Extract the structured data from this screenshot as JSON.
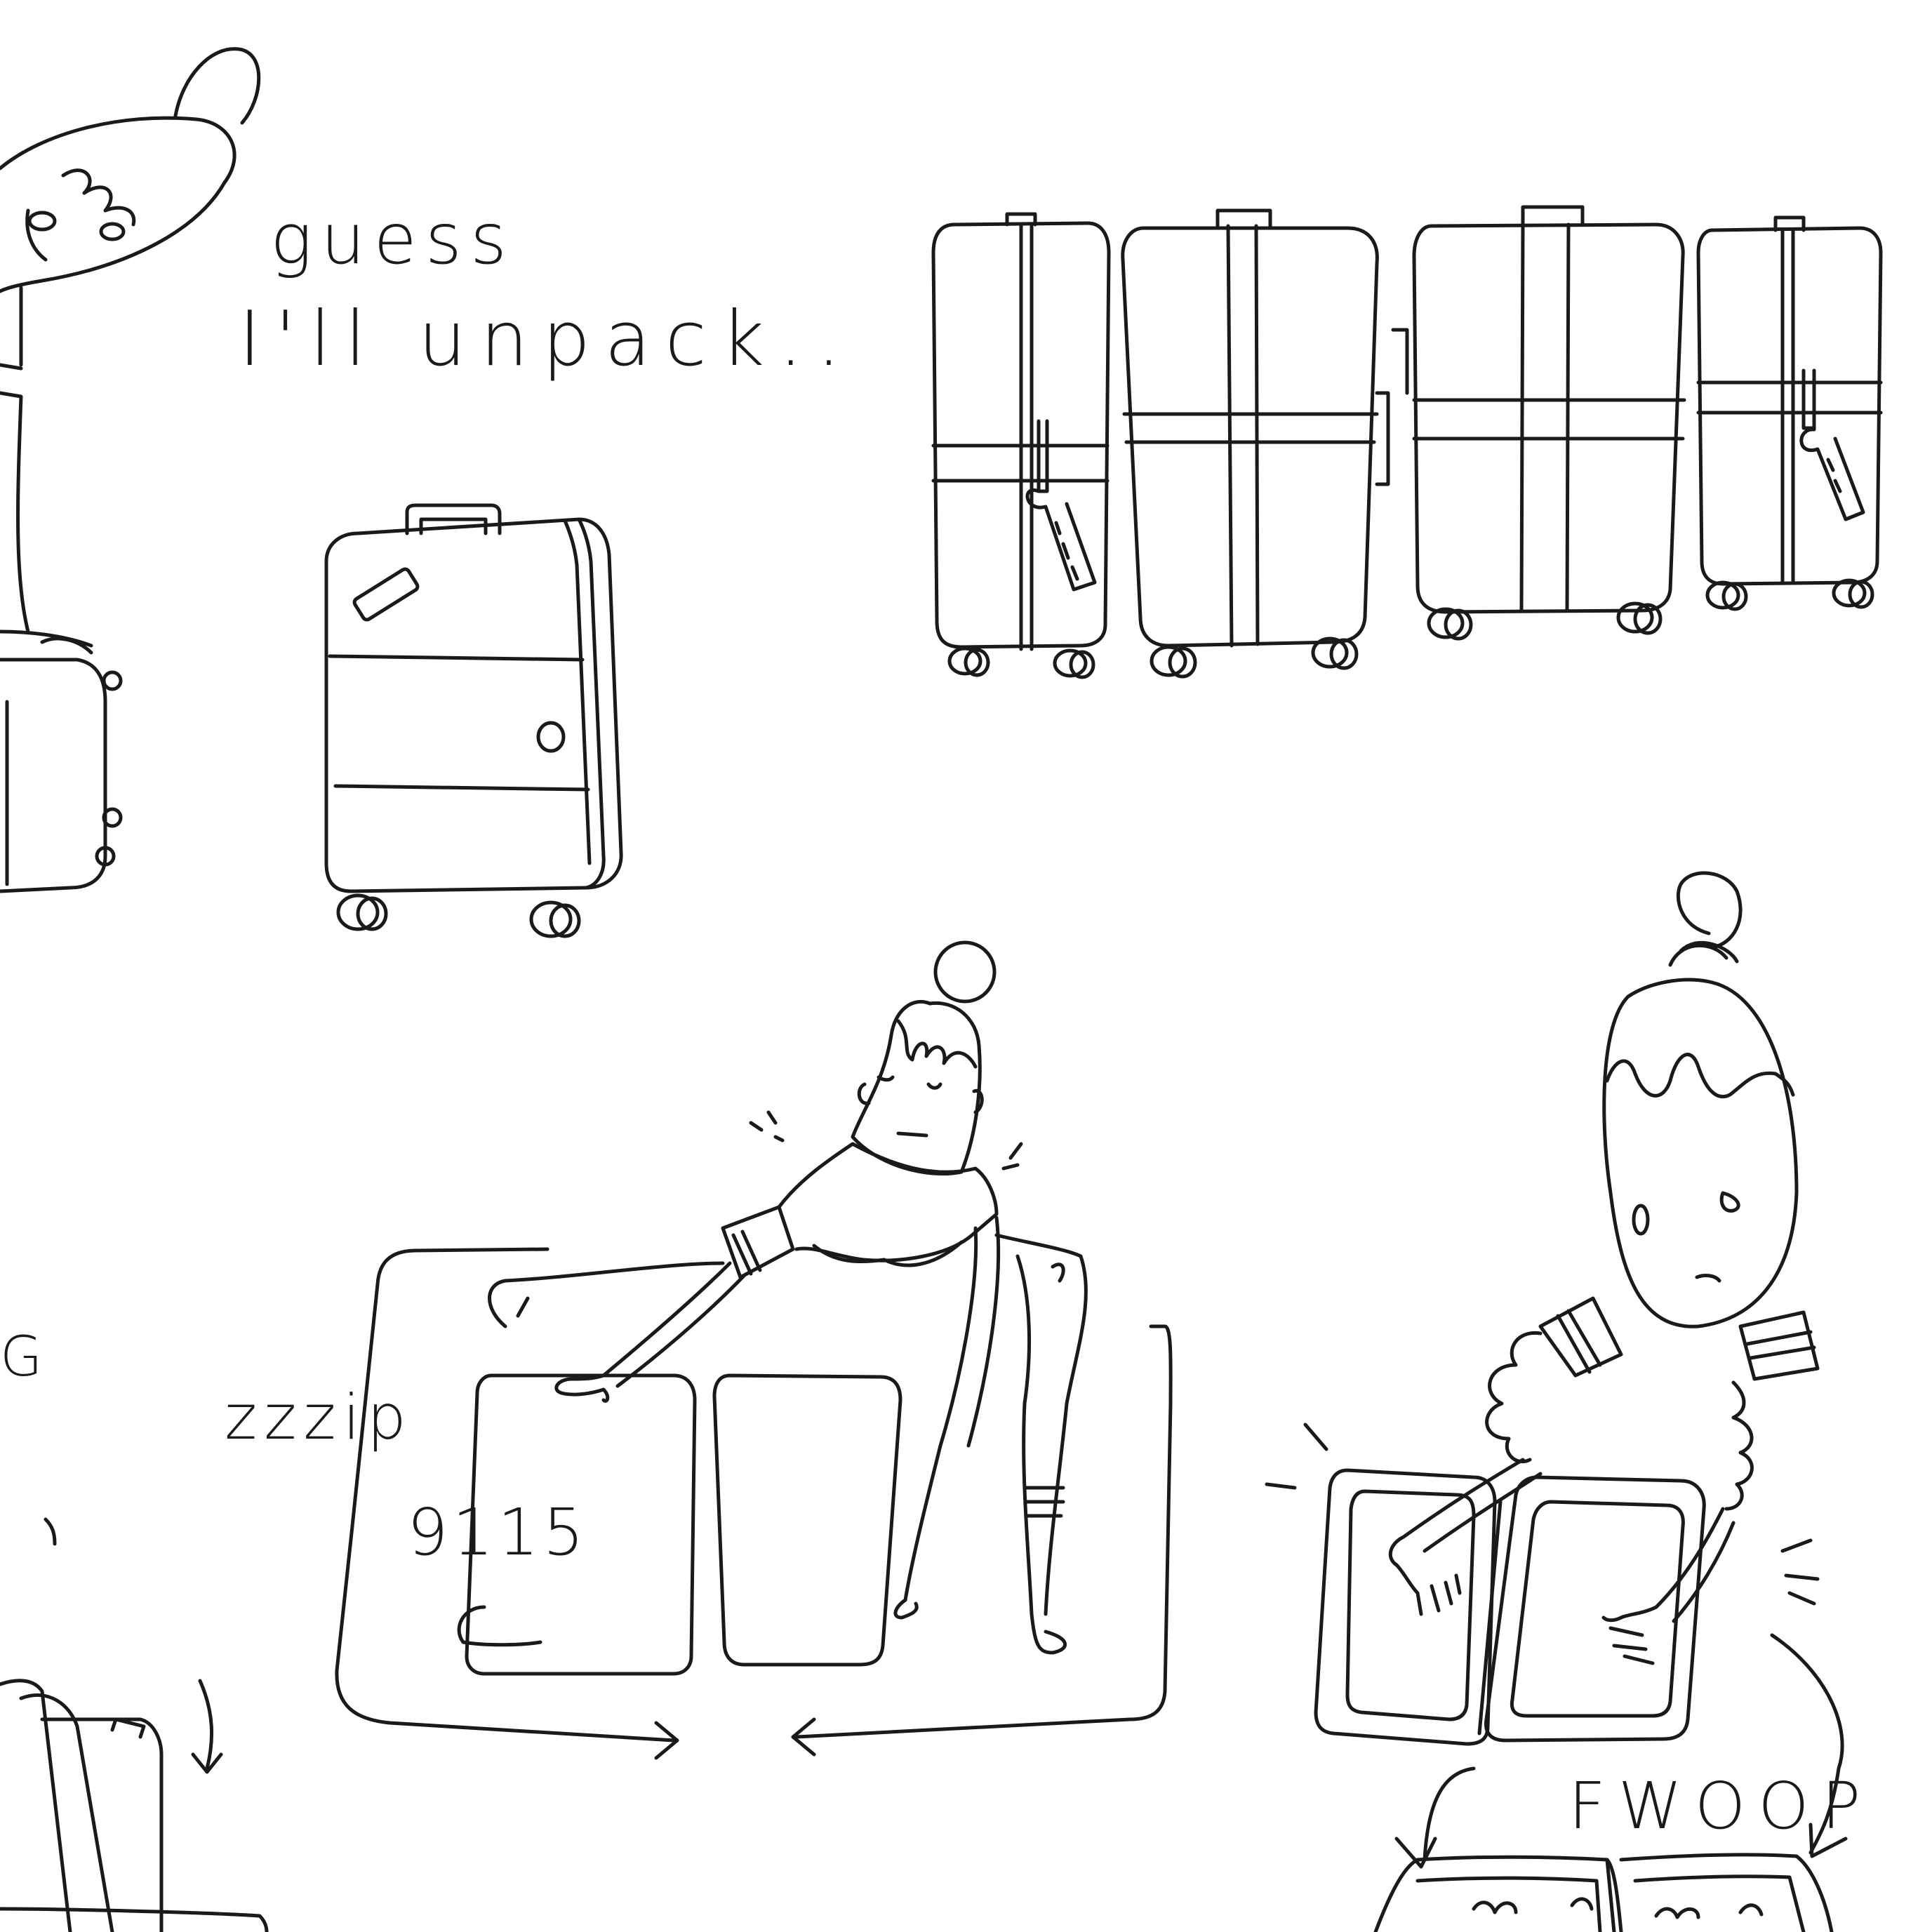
{
  "texts": {
    "guess": "guess",
    "unpack": "I'll unpack..",
    "zzzip": "zzzip",
    "number": "9115",
    "fwoop": "FWOOP",
    "partial_edge": "G"
  },
  "colors": {
    "background": "#ffffff",
    "ink": "#1a1a1a"
  }
}
